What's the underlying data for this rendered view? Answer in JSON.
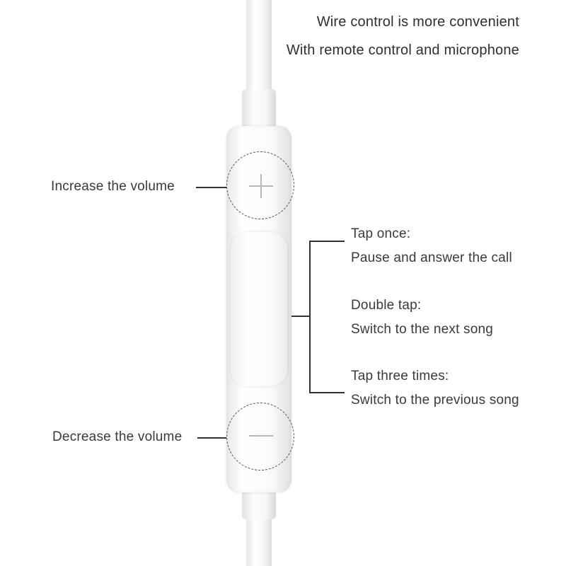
{
  "headline": {
    "line1": "Wire control is more convenient",
    "line2": "With remote control and microphone"
  },
  "labels": {
    "increase": "Increase the volume",
    "decrease": "Decrease the volume"
  },
  "actions": [
    {
      "title": "Tap once:",
      "desc": "Pause and answer the call"
    },
    {
      "title": "Double tap:",
      "desc": "Switch to the next song"
    },
    {
      "title": "Tap three times:",
      "desc": "Switch to the previous song"
    }
  ],
  "icons": {
    "increase": "plus-icon",
    "decrease": "minus-icon"
  }
}
